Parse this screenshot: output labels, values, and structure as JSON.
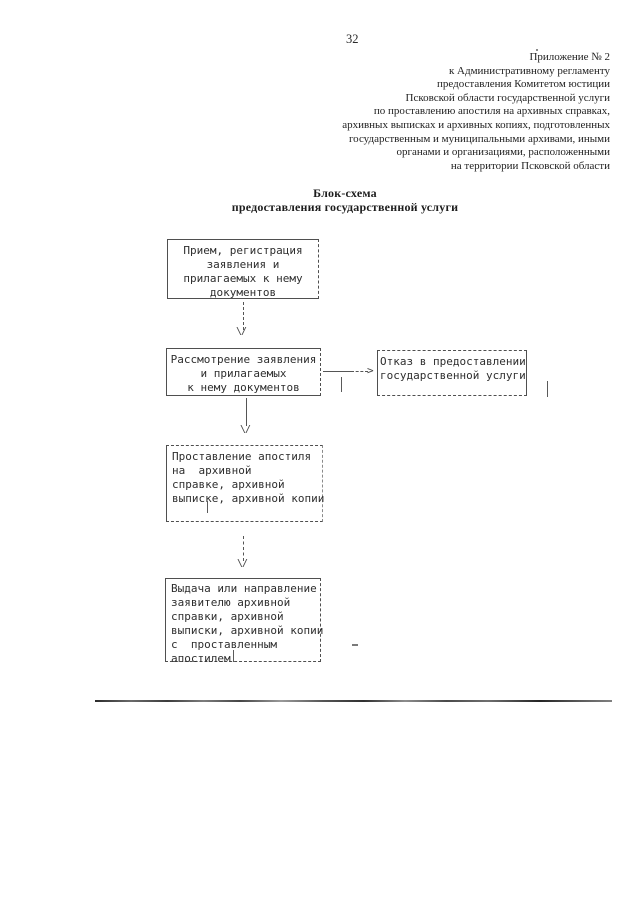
{
  "page": {
    "number": "32",
    "appendix_lines": [
      "Приложение № 2",
      "к Административному регламенту",
      "предоставления Комитетом юстиции",
      "Псковской области государственной услуги",
      "по проставлению апостиля на архивных справках,",
      "архивных выписках и архивных копиях, подготовленных",
      "государственным и муниципальными архивами, иными",
      "органами и организациями, расположенными",
      "на территории Псковской области"
    ],
    "title_lines": [
      "Блок-схема",
      "предоставления государственной услуги"
    ]
  },
  "flowchart": {
    "step_reception": {
      "lines": [
        "Прием, регистрация",
        "заявления и",
        "прилагаемых к нему",
        "документов"
      ]
    },
    "step_review": {
      "lines": [
        "Рассмотрение заявления",
        "и прилагаемых",
        "к нему документов"
      ]
    },
    "step_refusal": {
      "lines": [
        "Отказ в предоставлении",
        "государственной услуги"
      ]
    },
    "step_apostille": {
      "lines": [
        "Проставление апостиля",
        "на  архивной",
        "справке, архивной",
        "выписке, архивной копии"
      ]
    },
    "step_issue": {
      "lines": [
        "Выдача или направление",
        "заявителю архивной",
        "справки, архивной",
        "выписки, архивной копии",
        "с  проставленным",
        "апостилем"
      ]
    },
    "down_arrow_glyph": "\\/",
    "right_arrow_glyph": ">"
  },
  "colors": {
    "ink": "#2e2e2e",
    "border": "#4f4f4f",
    "paper": "#ffffff"
  }
}
